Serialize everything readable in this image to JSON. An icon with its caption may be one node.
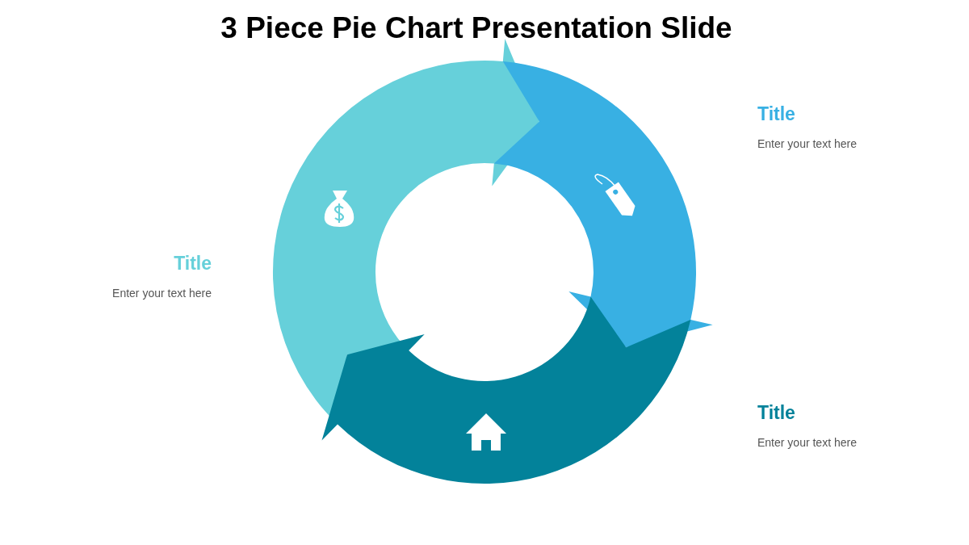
{
  "diagram": {
    "title": "3 Piece Pie Chart Presentation Slide",
    "labels": [
      "Title",
      "Enter your text here",
      "Title",
      "Enter your text here",
      "Title",
      "Enter your text here"
    ]
  }
}
